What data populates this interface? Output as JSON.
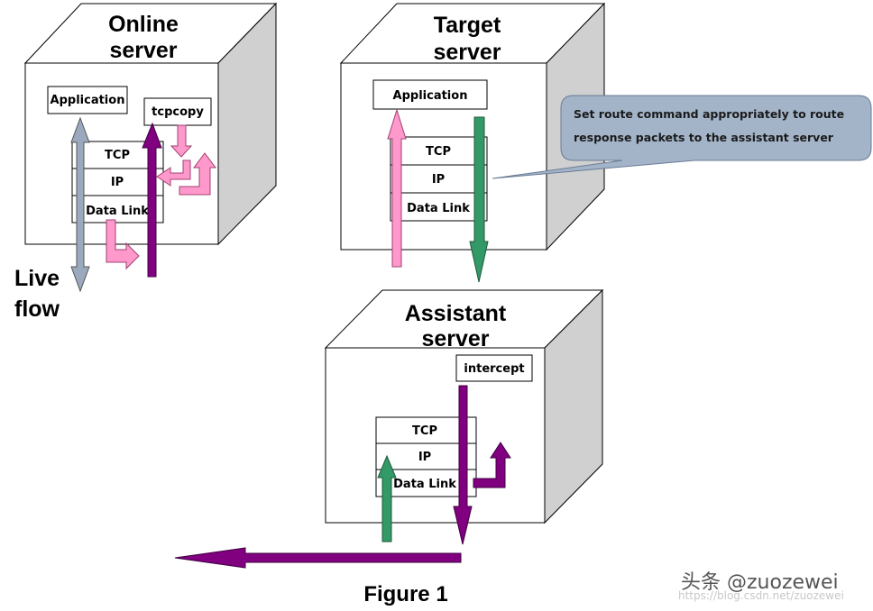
{
  "online_server": {
    "title_line1": "Online",
    "title_line2": "server",
    "application": "Application",
    "tcpcopy": "tcpcopy",
    "tcp": "TCP",
    "ip": "IP",
    "data_link": "Data Link"
  },
  "target_server": {
    "title_line1": "Target",
    "title_line2": "server",
    "application": "Application",
    "tcp": "TCP",
    "ip": "IP",
    "data_link": "Data Link"
  },
  "assistant_server": {
    "title_line1": "Assistant",
    "title_line2": "server",
    "intercept": "intercept",
    "tcp": "TCP",
    "ip": "IP",
    "data_link": "Data Link"
  },
  "live_flow": {
    "line1": "Live",
    "line2": "flow"
  },
  "callout": {
    "line1": "Set route command appropriately to route",
    "line2": "response packets to the assistant server"
  },
  "figure_caption": "Figure 1",
  "watermark": {
    "brand": "头条 @zuozewei",
    "url": "https://blog.csdn.net/zuozewei"
  },
  "colors": {
    "gray_arrow": "#9aa9bd",
    "purple_arrow": "#800080",
    "pink_arrow": "#ff99cc",
    "green_arrow": "#339966",
    "callout_fill": "#a3b4c9"
  }
}
